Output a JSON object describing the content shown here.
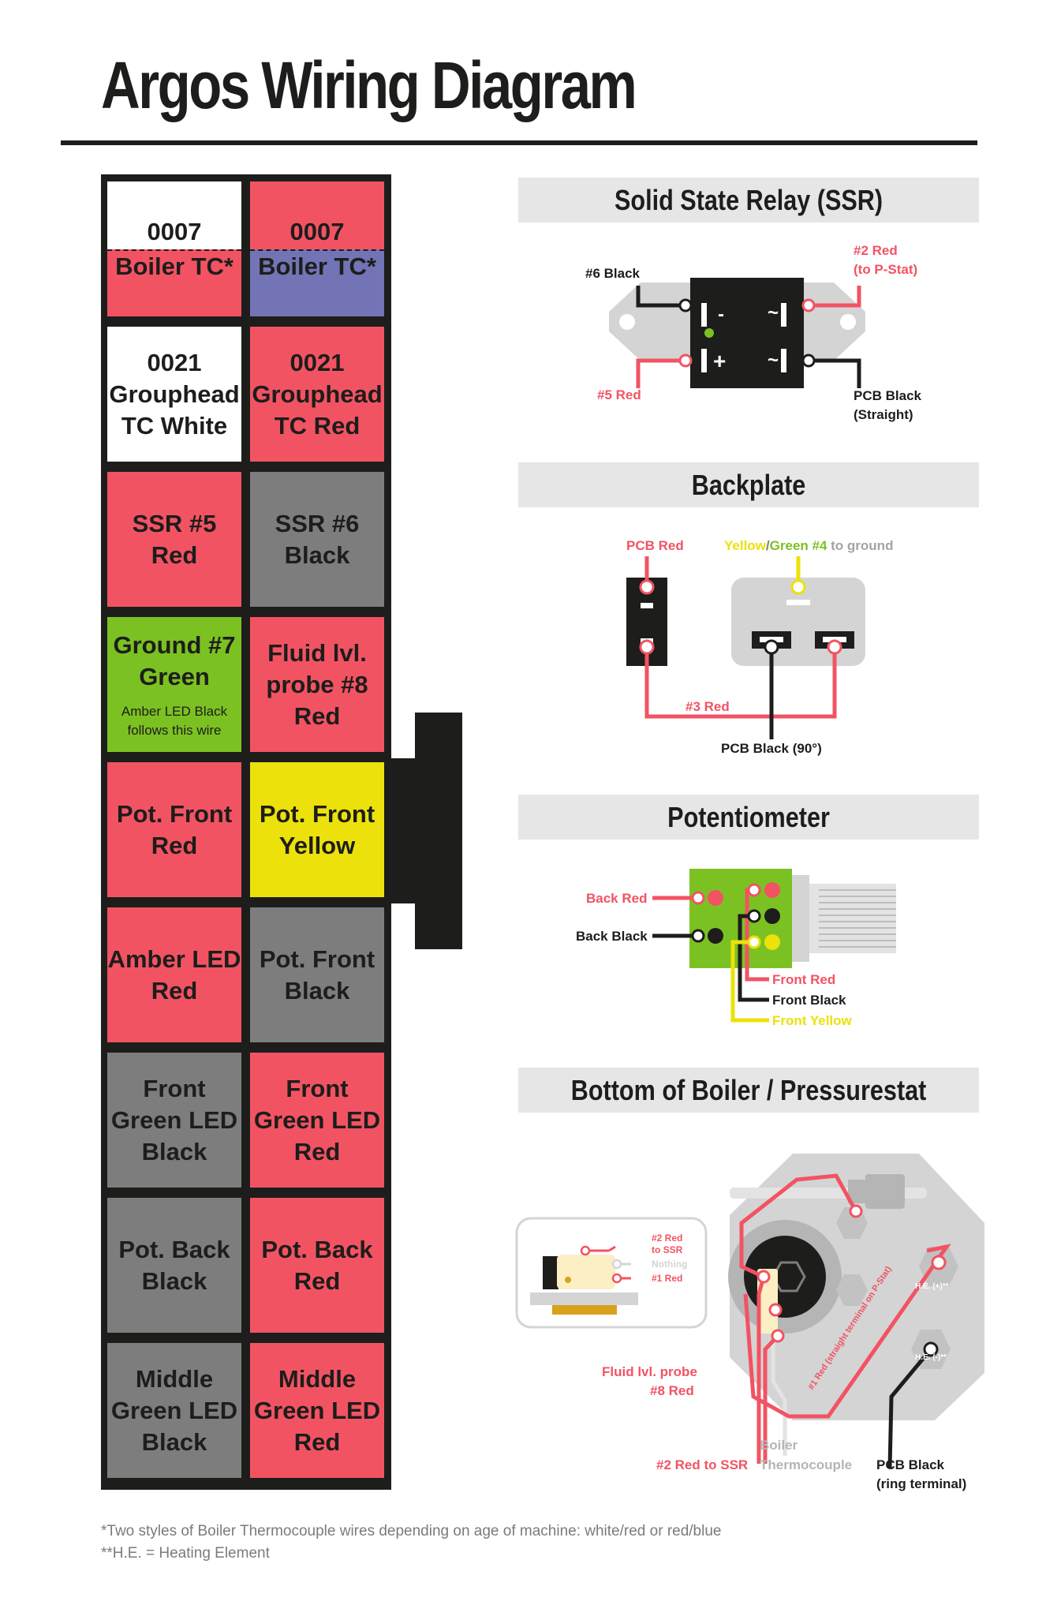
{
  "title": "Argos Wiring Diagram",
  "colors": {
    "red": "#f25363",
    "white": "#ffffff",
    "blue": "#7274b5",
    "gray": "#7d7d7d",
    "green": "#7cc122",
    "yellow": "#ece10a",
    "black": "#1d1d1b"
  },
  "connector": {
    "rows": [
      [
        {
          "top": "0007",
          "bottom": "Boiler TC*",
          "top_color": "white",
          "bottom_color": "red"
        },
        {
          "top": "0007",
          "bottom": "Boiler TC*",
          "top_color": "red",
          "bottom_color": "blue"
        }
      ],
      [
        {
          "lines": [
            "0021",
            "Grouphead",
            "TC White"
          ],
          "color": "white"
        },
        {
          "lines": [
            "0021",
            "Grouphead",
            "TC Red"
          ],
          "color": "red"
        }
      ],
      [
        {
          "lines": [
            "SSR #5",
            "Red"
          ],
          "color": "red"
        },
        {
          "lines": [
            "SSR #6",
            "Black"
          ],
          "color": "gray"
        }
      ],
      [
        {
          "lines": [
            "Ground #7",
            "Green"
          ],
          "note": [
            "Amber LED Black",
            "follows this wire"
          ],
          "color": "green"
        },
        {
          "lines": [
            "Fluid lvl.",
            "probe #8",
            "Red"
          ],
          "color": "red"
        }
      ],
      [
        {
          "lines": [
            "Pot. Front",
            "Red"
          ],
          "color": "red"
        },
        {
          "lines": [
            "Pot. Front",
            "Yellow"
          ],
          "color": "yellow"
        }
      ],
      [
        {
          "lines": [
            "Amber LED",
            "Red"
          ],
          "color": "red"
        },
        {
          "lines": [
            "Pot. Front",
            "Black"
          ],
          "color": "gray"
        }
      ],
      [
        {
          "lines": [
            "Front",
            "Green LED",
            "Black"
          ],
          "color": "gray"
        },
        {
          "lines": [
            "Front",
            "Green LED",
            "Red"
          ],
          "color": "red"
        }
      ],
      [
        {
          "lines": [
            "Pot. Back",
            "Black"
          ],
          "color": "gray"
        },
        {
          "lines": [
            "Pot. Back",
            "Red"
          ],
          "color": "red"
        }
      ],
      [
        {
          "lines": [
            "Middle",
            "Green LED",
            "Black"
          ],
          "color": "gray"
        },
        {
          "lines": [
            "Middle",
            "Green LED",
            "Red"
          ],
          "color": "red"
        }
      ]
    ]
  },
  "ssr": {
    "title": "Solid State Relay (SSR)",
    "labels": {
      "black6": "#6 Black",
      "red2": [
        "#2 Red",
        "(to P-Stat)"
      ],
      "red5": "#5 Red",
      "pcb_black": [
        "PCB Black",
        "(Straight)"
      ],
      "minus": "-",
      "plus": "+",
      "tilde": "~"
    }
  },
  "backplate": {
    "title": "Backplate",
    "labels": {
      "pcb_red": "PCB Red",
      "yellow": "Yellow",
      "slash": "/",
      "green4": "Green #4",
      "to_ground": " to ground",
      "red3": "#3 Red",
      "pcb_black": "PCB Black (90°)"
    }
  },
  "pot": {
    "title": "Potentiometer",
    "labels": {
      "back_red": "Back Red",
      "back_black": "Back Black",
      "front_red": "Front Red",
      "front_black": "Front Black",
      "front_yellow": "Front Yellow"
    }
  },
  "boiler": {
    "title": "Bottom of Boiler / Pressurestat",
    "labels": {
      "inset_red2": [
        "#2 Red",
        "to SSR"
      ],
      "inset_nothing": "Nothing",
      "inset_red1": "#1 Red",
      "he_plus": "H.E. (+)**",
      "he_minus": "H.E. (-)**",
      "diag_red1": "#1 Red (straight terminal on P-Stat)",
      "fluid_probe": [
        "Fluid lvl. probe",
        "#8 Red"
      ],
      "red2_ssr": "#2 Red to SSR",
      "boiler_tc": [
        "Boiler",
        "Thermocouple"
      ],
      "pcb_black": [
        "PCB Black",
        "(ring terminal)"
      ]
    }
  },
  "footnotes": [
    "*Two styles of Boiler Thermocouple wires depending on age of machine: white/red or red/blue",
    "**H.E. = Heating Element"
  ]
}
